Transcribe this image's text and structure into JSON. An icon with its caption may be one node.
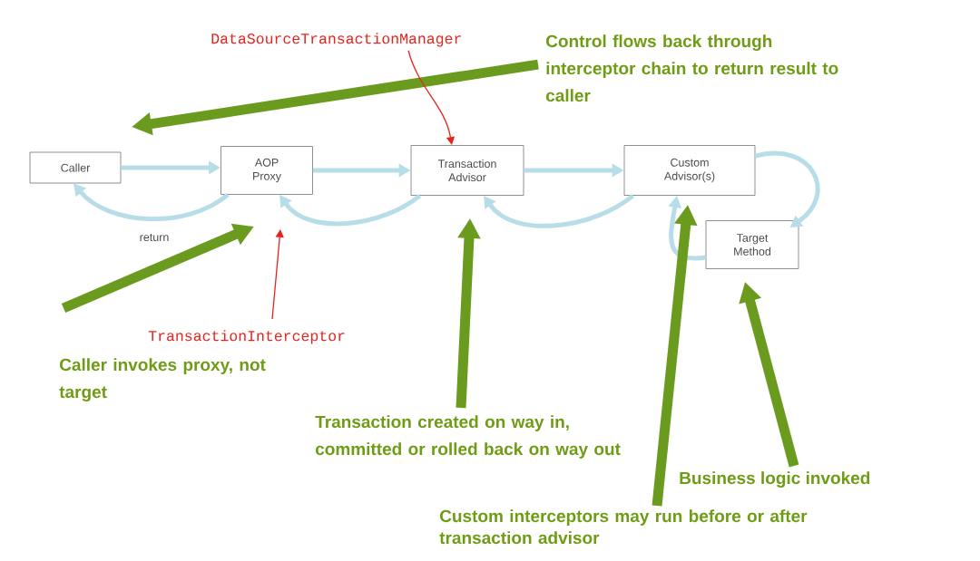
{
  "diagram": {
    "nodes": [
      {
        "text": [
          "Caller"
        ]
      },
      {
        "text": [
          "AOP Proxy"
        ]
      },
      {
        "text": [
          "Transaction Advisor"
        ]
      },
      {
        "text": [
          "Custom Advisor(s)"
        ]
      },
      {
        "text": [
          "Target Method"
        ]
      },
      {
        "text": [
          "Control flows back through interceptor chain to return result to caller"
        ]
      },
      {
        "text": [
          "DataSourceTransactionManager"
        ]
      },
      {
        "text": [
          "Caller invokes proxy, not target"
        ]
      },
      {
        "text": [
          "TransactionInterceptor"
        ]
      },
      {
        "text": [
          "Transaction created on way in, committed or rolled back on way out"
        ]
      },
      {
        "text": [
          "Custom interceptors may run before or after transaction advisor"
        ]
      },
      {
        "text": [
          "Business logic invoked"
        ]
      }
    ],
    "edges": [
      {
        "from": 0,
        "to": 1,
        "arrow": "to"
      },
      {
        "from": 1,
        "to": 2,
        "arrow": "to"
      },
      {
        "from": 2,
        "to": 3,
        "arrow": "to"
      },
      {
        "from": 3,
        "to": 4,
        "arrow": "to"
      },
      {
        "from": 4,
        "to": 3,
        "arrow": "to"
      },
      {
        "from": 3,
        "to": 2,
        "arrow": "to"
      },
      {
        "from": 2,
        "to": 1,
        "arrow": "to"
      },
      {
        "from": 1,
        "to": 0,
        "arrow": "to",
        "label": "return"
      },
      {
        "from": 5,
        "to": null,
        "arrow": "to",
        "style": "thick",
        "color": "#6b9b1e"
      },
      {
        "from": 6,
        "to": 2,
        "arrow": "to",
        "color": "#e8221c"
      },
      {
        "from": 7,
        "to": 1,
        "arrow": "to",
        "style": "thick",
        "color": "#6b9b1e"
      },
      {
        "from": 8,
        "to": 1,
        "arrow": "to",
        "color": "#e8221c"
      },
      {
        "from": 9,
        "to": 2,
        "arrow": "to",
        "style": "thick",
        "color": "#6b9b1e"
      },
      {
        "from": 10,
        "to": 3,
        "arrow": "to",
        "style": "thick",
        "color": "#6b9b1e"
      },
      {
        "from": 11,
        "to": 4,
        "arrow": "to",
        "style": "thick",
        "color": "#6b9b1e"
      }
    ]
  }
}
